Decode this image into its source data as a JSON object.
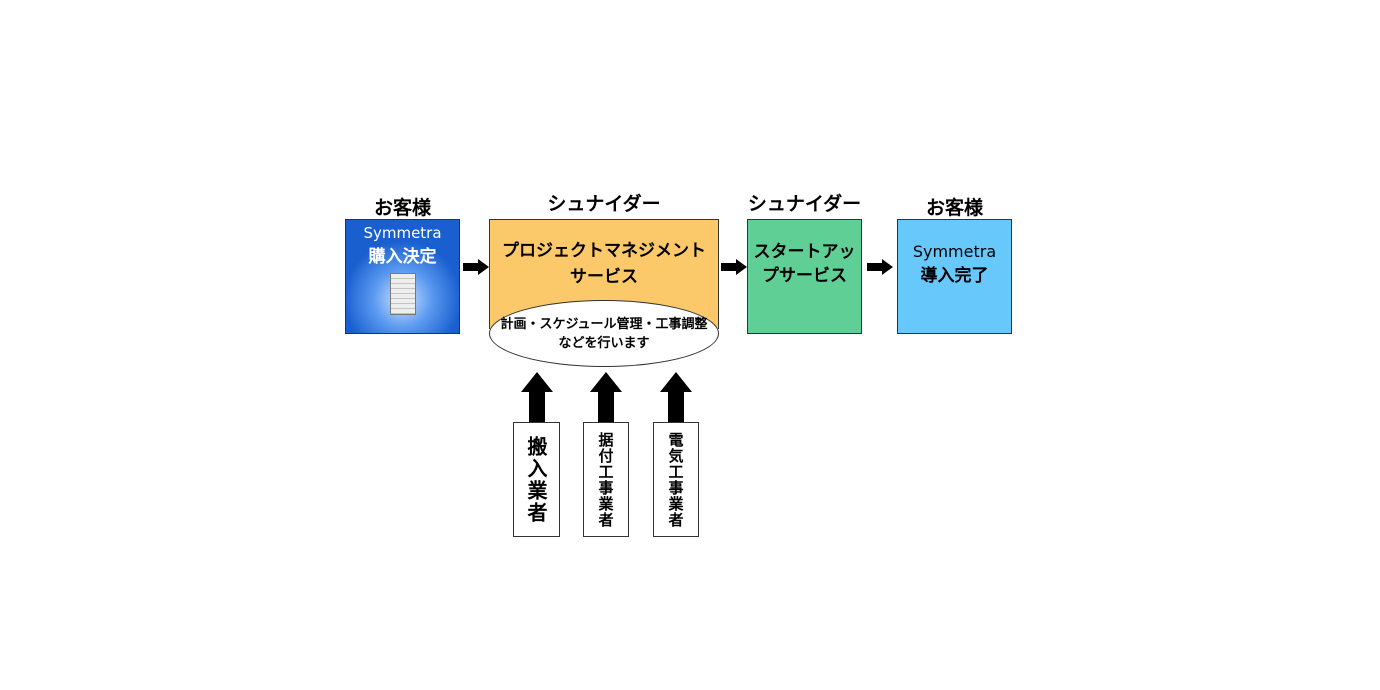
{
  "steps": [
    {
      "owner": "お客様",
      "line1": "Symmetra",
      "line2": "購入決定",
      "color": "#1a5fd0"
    },
    {
      "owner": "シュナイダー",
      "line1": "プロジェクトマネジメント",
      "line2": "サービス",
      "note1": "計画・スケジュール管理・工事調整",
      "note2": "などを行います",
      "color": "#fcc96a"
    },
    {
      "owner": "シュナイダー",
      "line1": "スタートアッ",
      "line2": "プサービス",
      "color": "#5fcf96"
    },
    {
      "owner": "お客様",
      "line1": "Symmetra",
      "line2": "導入完了",
      "color": "#66c8fb"
    }
  ],
  "contractors": [
    "搬入業者",
    "据付工事業者",
    "電気工事業者"
  ]
}
